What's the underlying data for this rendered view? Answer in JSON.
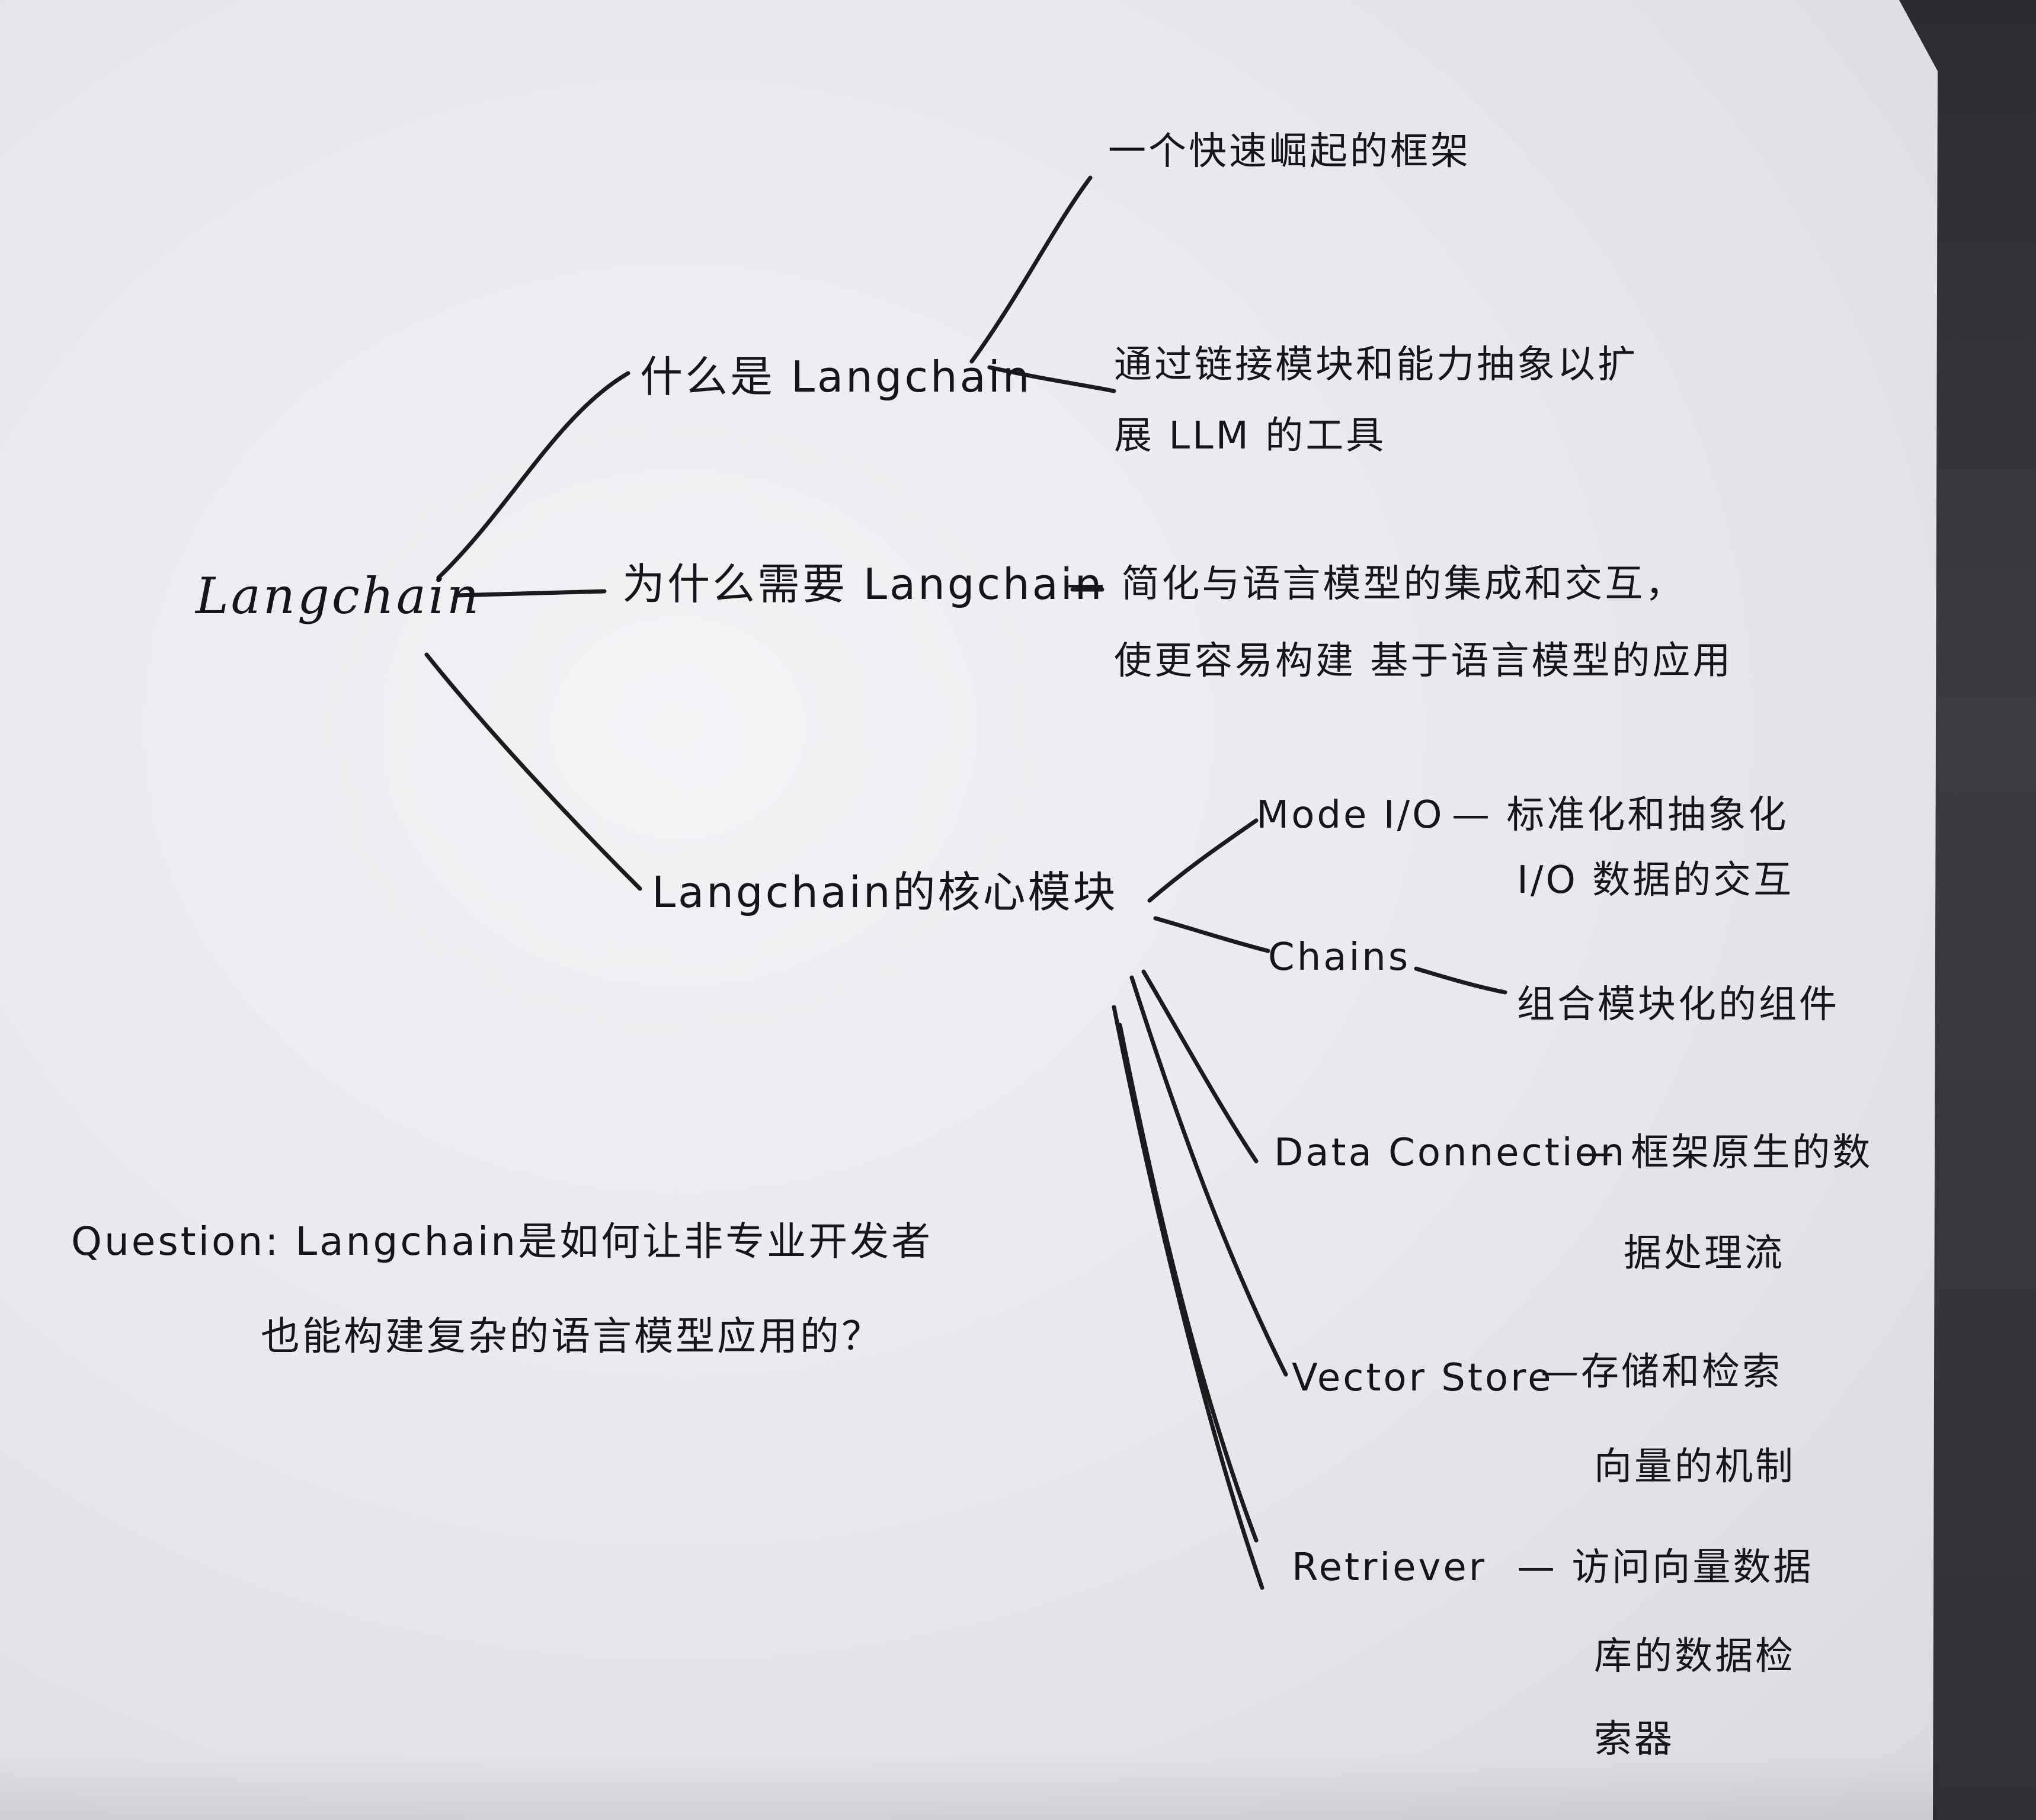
{
  "mindmap": {
    "root": "Langchain",
    "what": {
      "label": "什么是 Langchain",
      "answers": [
        "一个快速崛起的框架",
        "通过链接模块和能力抽象以扩",
        "展 LLM 的工具"
      ]
    },
    "why": {
      "label": "为什么需要 Langchain",
      "answer_line1": "— 简化与语言模型的集成和交互，",
      "answer_line2": "使更容易构建 基于语言模型的应用"
    },
    "core": {
      "label": "Langchain的核心模块",
      "modules": [
        {
          "name": "Mode I/O",
          "desc_line1": "— 标准化和抽象化",
          "desc_line2": "I/O 数据的交互"
        },
        {
          "name": "Chains",
          "desc_line1": "组合模块化的组件",
          "desc_line2": ""
        },
        {
          "name": "Data Connection",
          "desc_line1": "— 框架原生的数",
          "desc_line2": "据处理流"
        },
        {
          "name": "Vector Store",
          "desc_line1": "—存储和检索",
          "desc_line2": "向量的机制"
        },
        {
          "name": "Retriever",
          "desc_line1": "— 访问向量数据",
          "desc_line2": "库的数据检",
          "desc_line3": "索器"
        }
      ]
    }
  },
  "question": {
    "line1": "Question: Langchain是如何让非专业开发者",
    "line2": "也能构建复杂的语言模型应用的？"
  }
}
